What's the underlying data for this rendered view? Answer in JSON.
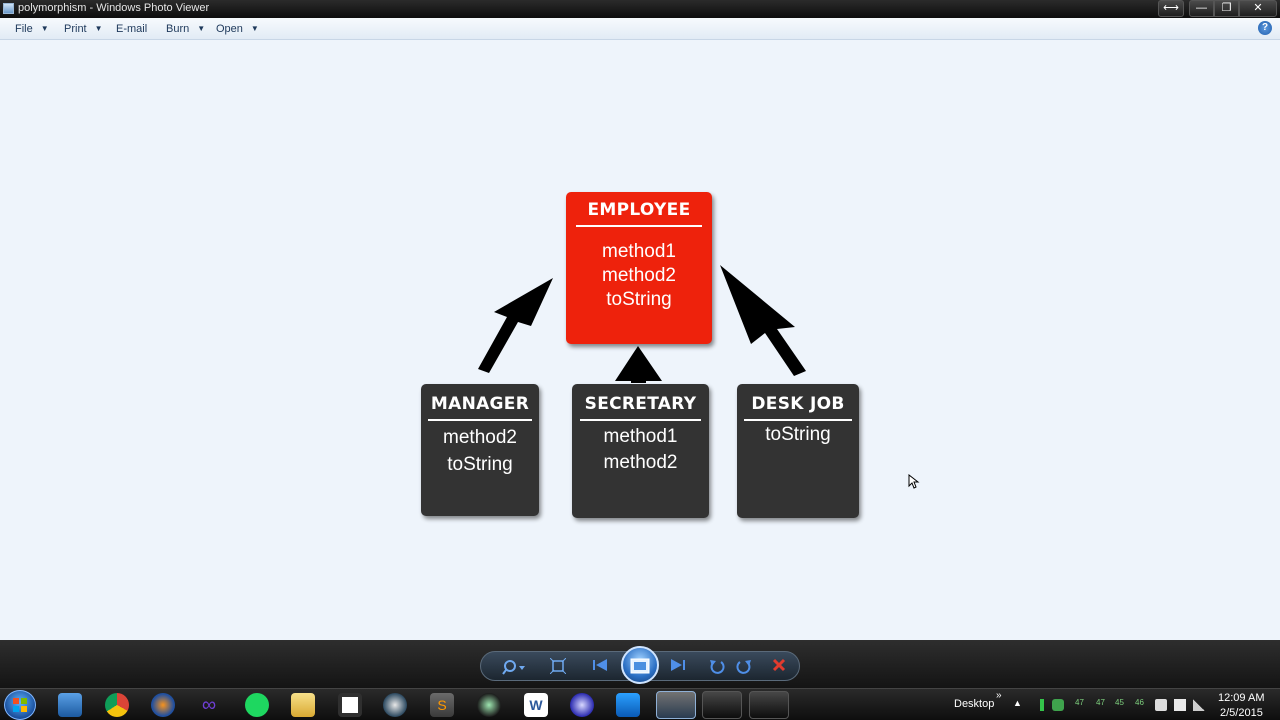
{
  "window": {
    "title": "polymorphism - Windows Photo Viewer",
    "restore_size_symbol": "⟷",
    "min_symbol": "—",
    "max_symbol": "❐",
    "close_symbol": "✕"
  },
  "menu": {
    "file": "File",
    "print": "Print",
    "email": "E-mail",
    "burn": "Burn",
    "open": "Open",
    "dropdown_caret": "▼",
    "help_symbol": "?"
  },
  "diagram": {
    "employee": {
      "name": "EMPLOYEE",
      "methods": [
        "method1",
        "method2",
        "toString"
      ],
      "color": "#ee220c"
    },
    "manager": {
      "name": "MANAGER",
      "methods": [
        "method2",
        "toString"
      ],
      "color": "#333333"
    },
    "secretary": {
      "name": "SECRETARY",
      "methods": [
        "method1",
        "method2"
      ],
      "color": "#333333"
    },
    "deskjob": {
      "name": "DESK JOB",
      "methods": [
        "toString"
      ],
      "color": "#333333"
    }
  },
  "viewer_controls": {
    "zoom_icon": "zoom-icon",
    "actual_size_icon": "actual-size-icon",
    "previous_icon": "previous-icon",
    "slideshow_icon": "slideshow-icon",
    "next_icon": "next-icon",
    "rotate_ccw_icon": "rotate-counterclockwise-icon",
    "rotate_cw_icon": "rotate-clockwise-icon",
    "delete_icon": "delete-icon"
  },
  "taskbar": {
    "toolbar_label": "Desktop",
    "chevron": "»",
    "tray_up": "▲",
    "tray_values": [
      "47",
      "47",
      "45",
      "46"
    ],
    "time": "12:09 AM",
    "date": "2/5/2015"
  },
  "colors": {
    "accent_red": "#ee220c",
    "box_dark": "#333333",
    "canvas_bg": "#eef4fb"
  }
}
